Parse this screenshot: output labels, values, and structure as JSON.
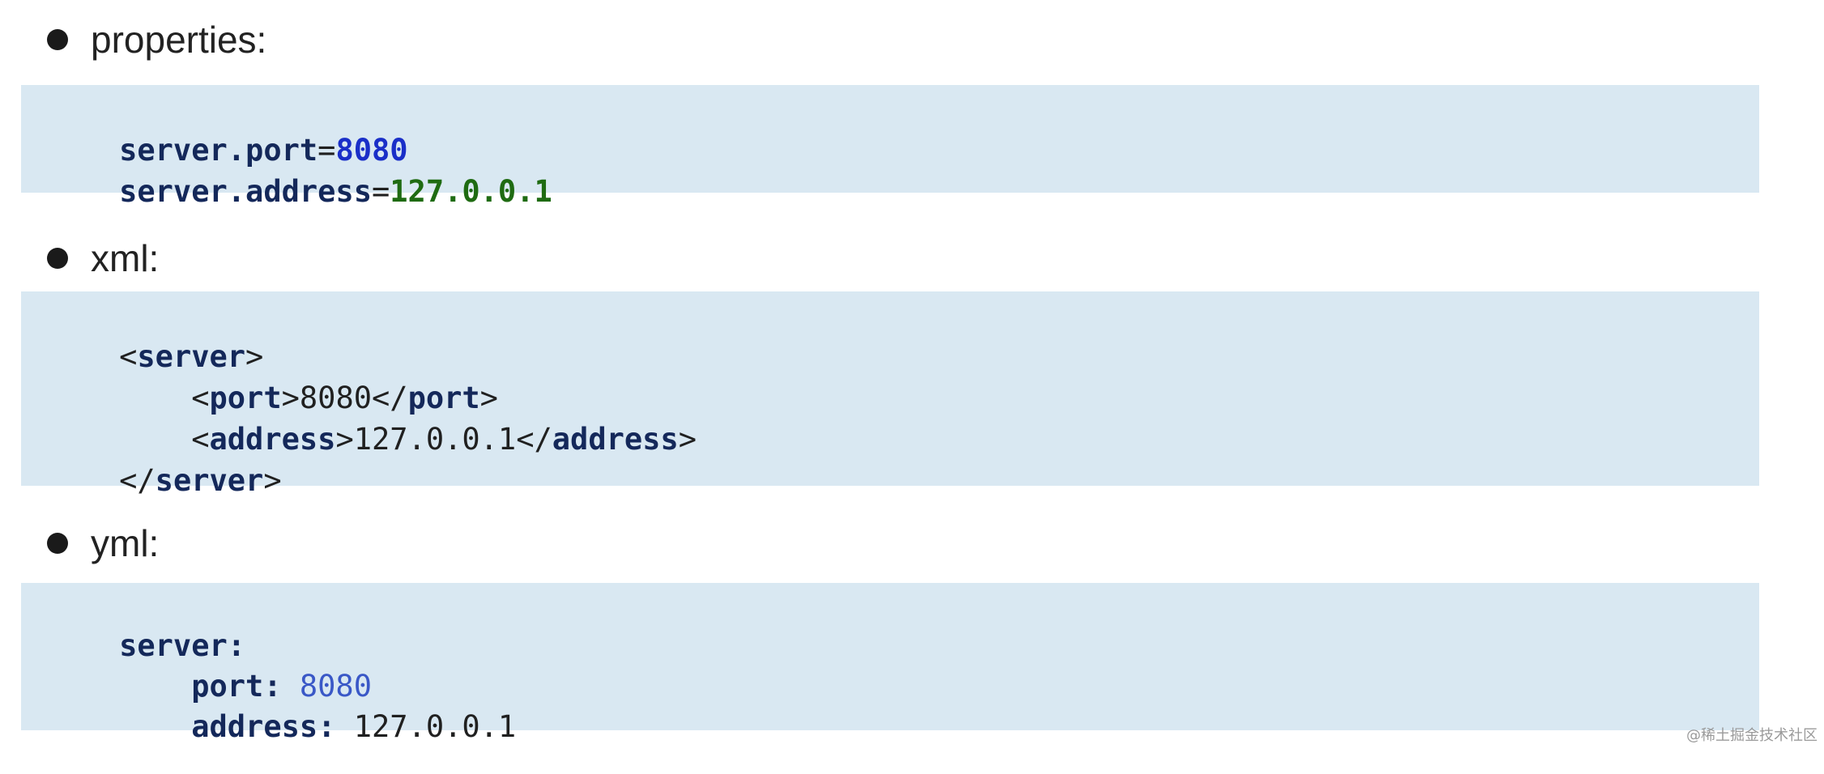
{
  "sections": [
    {
      "heading": "properties:",
      "lines": [
        {
          "key": "server.port",
          "eq": "=",
          "value": "8080"
        },
        {
          "key": "server.address",
          "eq": "=",
          "value": "127.0.0.1"
        }
      ]
    },
    {
      "heading": "xml:",
      "lines": [
        {
          "open": "<",
          "tag": "server",
          "close": ">"
        },
        {
          "indent": "    ",
          "open": "<",
          "tag": "port",
          "mid": ">",
          "text": "8080",
          "end_open": "</",
          "end_tag": "port",
          "end_close": ">"
        },
        {
          "indent": "    ",
          "open": "<",
          "tag": "address",
          "mid": ">",
          "text": "127.0.0.1",
          "end_open": "</",
          "end_tag": "address",
          "end_close": ">"
        },
        {
          "open": "</",
          "tag": "server",
          "close": ">"
        }
      ]
    },
    {
      "heading": "yml:",
      "lines": [
        {
          "key": "server",
          "colon": ":"
        },
        {
          "indent": "    ",
          "key": "port",
          "colon": ":",
          "value": " 8080"
        },
        {
          "indent": "    ",
          "key": "address",
          "colon": ":",
          "value": " 127.0.0.1"
        }
      ]
    }
  ],
  "watermark": "@稀土掘金技术社区",
  "colors": {
    "code_background": "#d9e8f2",
    "keyword": "#14285a",
    "number_properties": "#1a2fc8",
    "ip_properties": "#1f6b12",
    "number_yml": "#3a58c7"
  }
}
